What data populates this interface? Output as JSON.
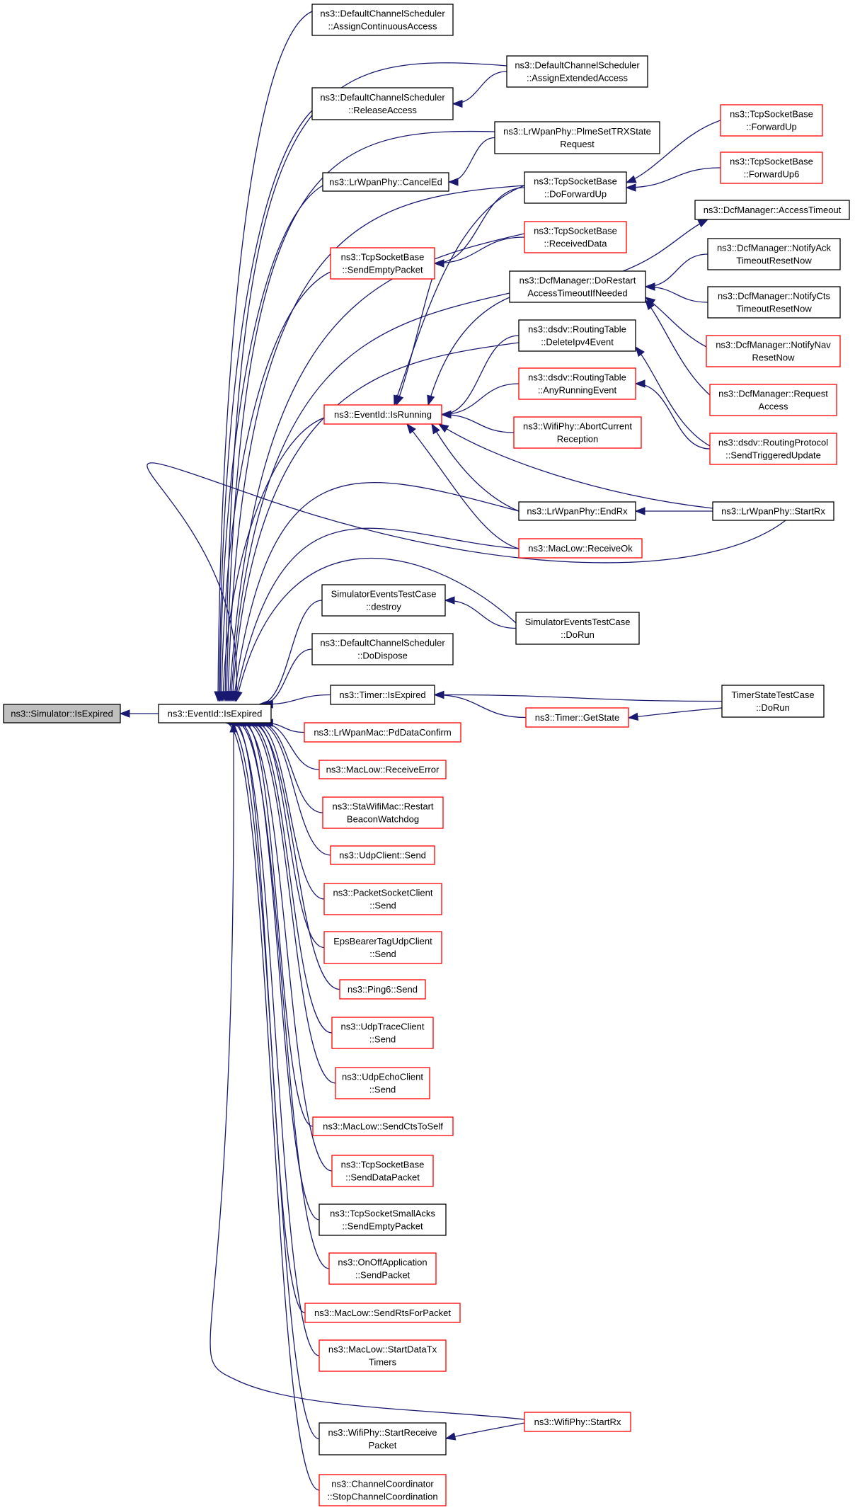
{
  "graph": {
    "nodes": [
      {
        "id": "root",
        "lines": [
          "ns3::Simulator::IsExpired"
        ],
        "style": "root"
      },
      {
        "id": "eid_expired",
        "lines": [
          "ns3::EventId::IsExpired"
        ],
        "style": "black"
      },
      {
        "id": "eid_running",
        "lines": [
          "ns3::EventId::IsRunning"
        ],
        "style": "red"
      },
      {
        "id": "dcs_acc",
        "lines": [
          "ns3::DefaultChannelScheduler",
          "::AssignContinuousAccess"
        ],
        "style": "black"
      },
      {
        "id": "dcs_ext",
        "lines": [
          "ns3::DefaultChannelScheduler",
          "::AssignExtendedAccess"
        ],
        "style": "black"
      },
      {
        "id": "dcs_rel",
        "lines": [
          "ns3::DefaultChannelScheduler",
          "::ReleaseAccess"
        ],
        "style": "black"
      },
      {
        "id": "lr_plme",
        "lines": [
          "ns3::LrWpanPhy::PlmeSetTRXState",
          "Request"
        ],
        "style": "black"
      },
      {
        "id": "lr_cancel",
        "lines": [
          "ns3::LrWpanPhy::CancelEd"
        ],
        "style": "black"
      },
      {
        "id": "tcp_fwd",
        "lines": [
          "ns3::TcpSocketBase",
          "::ForwardUp"
        ],
        "style": "red"
      },
      {
        "id": "tcp_fwd6",
        "lines": [
          "ns3::TcpSocketBase",
          "::ForwardUp6"
        ],
        "style": "red"
      },
      {
        "id": "tcp_dofwd",
        "lines": [
          "ns3::TcpSocketBase",
          "::DoForwardUp"
        ],
        "style": "black"
      },
      {
        "id": "dcf_acc",
        "lines": [
          "ns3::DcfManager::AccessTimeout"
        ],
        "style": "black"
      },
      {
        "id": "tcp_recvd",
        "lines": [
          "ns3::TcpSocketBase",
          "::ReceivedData"
        ],
        "style": "red"
      },
      {
        "id": "tcp_sendempty",
        "lines": [
          "ns3::TcpSocketBase",
          "::SendEmptyPacket"
        ],
        "style": "red"
      },
      {
        "id": "dcf_ack",
        "lines": [
          "ns3::DcfManager::NotifyAck",
          "TimeoutResetNow"
        ],
        "style": "black"
      },
      {
        "id": "dcf_restart",
        "lines": [
          "ns3::DcfManager::DoRestart",
          "AccessTimeoutIfNeeded"
        ],
        "style": "black"
      },
      {
        "id": "dcf_cts",
        "lines": [
          "ns3::DcfManager::NotifyCts",
          "TimeoutResetNow"
        ],
        "style": "black"
      },
      {
        "id": "dsdv_del",
        "lines": [
          "ns3::dsdv::RoutingTable",
          "::DeleteIpv4Event"
        ],
        "style": "black"
      },
      {
        "id": "dcf_nav",
        "lines": [
          "ns3::DcfManager::NotifyNav",
          "ResetNow"
        ],
        "style": "red"
      },
      {
        "id": "dsdv_any",
        "lines": [
          "ns3::dsdv::RoutingTable",
          "::AnyRunningEvent"
        ],
        "style": "red"
      },
      {
        "id": "dcf_req",
        "lines": [
          "ns3::DcfManager::Request",
          "Access"
        ],
        "style": "red"
      },
      {
        "id": "wifi_abort",
        "lines": [
          "ns3::WifiPhy::AbortCurrent",
          "Reception"
        ],
        "style": "red"
      },
      {
        "id": "dsdv_trig",
        "lines": [
          "ns3::dsdv::RoutingProtocol",
          "::SendTriggeredUpdate"
        ],
        "style": "red"
      },
      {
        "id": "lr_endrx",
        "lines": [
          "ns3::LrWpanPhy::EndRx"
        ],
        "style": "black"
      },
      {
        "id": "lr_startrx",
        "lines": [
          "ns3::LrWpanPhy::StartRx"
        ],
        "style": "black"
      },
      {
        "id": "maclow_rok",
        "lines": [
          "ns3::MacLow::ReceiveOk"
        ],
        "style": "red"
      },
      {
        "id": "set_destroy",
        "lines": [
          "SimulatorEventsTestCase",
          "::destroy"
        ],
        "style": "black"
      },
      {
        "id": "set_dorun",
        "lines": [
          "SimulatorEventsTestCase",
          "::DoRun"
        ],
        "style": "black"
      },
      {
        "id": "dcs_dispose",
        "lines": [
          "ns3::DefaultChannelScheduler",
          "::DoDispose"
        ],
        "style": "black"
      },
      {
        "id": "timer_exp",
        "lines": [
          "ns3::Timer::IsExpired"
        ],
        "style": "black"
      },
      {
        "id": "tst_dorun",
        "lines": [
          "TimerStateTestCase",
          "::DoRun"
        ],
        "style": "black"
      },
      {
        "id": "timer_state",
        "lines": [
          "ns3::Timer::GetState"
        ],
        "style": "red"
      },
      {
        "id": "lrmac_pd",
        "lines": [
          "ns3::LrWpanMac::PdDataConfirm"
        ],
        "style": "red"
      },
      {
        "id": "maclow_rerr",
        "lines": [
          "ns3::MacLow::ReceiveError"
        ],
        "style": "red"
      },
      {
        "id": "sta_restart",
        "lines": [
          "ns3::StaWifiMac::Restart",
          "BeaconWatchdog"
        ],
        "style": "red"
      },
      {
        "id": "udp_send",
        "lines": [
          "ns3::UdpClient::Send"
        ],
        "style": "red"
      },
      {
        "id": "psc_send",
        "lines": [
          "ns3::PacketSocketClient",
          "::Send"
        ],
        "style": "red"
      },
      {
        "id": "eps_send",
        "lines": [
          "EpsBearerTagUdpClient",
          "::Send"
        ],
        "style": "red"
      },
      {
        "id": "ping6_send",
        "lines": [
          "ns3::Ping6::Send"
        ],
        "style": "red"
      },
      {
        "id": "udptrace_send",
        "lines": [
          "ns3::UdpTraceClient",
          "::Send"
        ],
        "style": "red"
      },
      {
        "id": "udpecho_send",
        "lines": [
          "ns3::UdpEchoClient",
          "::Send"
        ],
        "style": "red"
      },
      {
        "id": "maclow_cts",
        "lines": [
          "ns3::MacLow::SendCtsToSelf"
        ],
        "style": "red"
      },
      {
        "id": "tcp_senddata",
        "lines": [
          "ns3::TcpSocketBase",
          "::SendDataPacket"
        ],
        "style": "red"
      },
      {
        "id": "tcpsa_empty",
        "lines": [
          "ns3::TcpSocketSmallAcks",
          "::SendEmptyPacket"
        ],
        "style": "black"
      },
      {
        "id": "onoff_send",
        "lines": [
          "ns3::OnOffApplication",
          "::SendPacket"
        ],
        "style": "red"
      },
      {
        "id": "maclow_rts",
        "lines": [
          "ns3::MacLow::SendRtsForPacket"
        ],
        "style": "red"
      },
      {
        "id": "maclow_start",
        "lines": [
          "ns3::MacLow::StartDataTx",
          "Timers"
        ],
        "style": "red"
      },
      {
        "id": "wifi_startrx",
        "lines": [
          "ns3::WifiPhy::StartRx"
        ],
        "style": "red"
      },
      {
        "id": "wifi_startrecv",
        "lines": [
          "ns3::WifiPhy::StartReceive",
          "Packet"
        ],
        "style": "black"
      },
      {
        "id": "cc_stop",
        "lines": [
          "ns3::ChannelCoordinator",
          "::StopChannelCoordination"
        ],
        "style": "red"
      }
    ],
    "edges": [
      [
        "eid_expired",
        "root"
      ],
      [
        "dcs_acc",
        "eid_expired"
      ],
      [
        "dcs_ext",
        "eid_expired"
      ],
      [
        "dcs_rel",
        "eid_expired"
      ],
      [
        "lr_plme",
        "eid_expired"
      ],
      [
        "lr_cancel",
        "eid_expired"
      ],
      [
        "tcp_dofwd",
        "eid_expired"
      ],
      [
        "tcp_sendempty",
        "eid_expired"
      ],
      [
        "tcp_recvd",
        "eid_expired"
      ],
      [
        "dcf_restart",
        "eid_expired"
      ],
      [
        "dsdv_del",
        "eid_expired"
      ],
      [
        "eid_running",
        "eid_expired"
      ],
      [
        "lr_endrx",
        "eid_expired"
      ],
      [
        "maclow_rok",
        "eid_expired"
      ],
      [
        "lr_startrx",
        "eid_expired"
      ],
      [
        "set_dorun",
        "eid_expired"
      ],
      [
        "set_destroy",
        "eid_expired"
      ],
      [
        "dcs_dispose",
        "eid_expired"
      ],
      [
        "timer_exp",
        "eid_expired"
      ],
      [
        "lrmac_pd",
        "eid_expired"
      ],
      [
        "maclow_rerr",
        "eid_expired"
      ],
      [
        "sta_restart",
        "eid_expired"
      ],
      [
        "udp_send",
        "eid_expired"
      ],
      [
        "psc_send",
        "eid_expired"
      ],
      [
        "eps_send",
        "eid_expired"
      ],
      [
        "ping6_send",
        "eid_expired"
      ],
      [
        "udptrace_send",
        "eid_expired"
      ],
      [
        "udpecho_send",
        "eid_expired"
      ],
      [
        "maclow_cts",
        "eid_expired"
      ],
      [
        "tcp_senddata",
        "eid_expired"
      ],
      [
        "tcpsa_empty",
        "eid_expired"
      ],
      [
        "onoff_send",
        "eid_expired"
      ],
      [
        "maclow_rts",
        "eid_expired"
      ],
      [
        "maclow_start",
        "eid_expired"
      ],
      [
        "wifi_startrx",
        "eid_expired"
      ],
      [
        "wifi_startrecv",
        "eid_expired"
      ],
      [
        "cc_stop",
        "eid_expired"
      ],
      [
        "dcs_ext",
        "dcs_rel"
      ],
      [
        "lr_plme",
        "lr_cancel"
      ],
      [
        "tcp_fwd",
        "tcp_dofwd"
      ],
      [
        "tcp_fwd6",
        "tcp_dofwd"
      ],
      [
        "tcp_dofwd",
        "tcp_sendempty"
      ],
      [
        "tcp_recvd",
        "tcp_sendempty"
      ],
      [
        "dcf_restart",
        "dcf_acc"
      ],
      [
        "dcf_ack",
        "dcf_restart"
      ],
      [
        "dcf_cts",
        "dcf_restart"
      ],
      [
        "dcf_nav",
        "dcf_restart"
      ],
      [
        "dcf_req",
        "dcf_restart"
      ],
      [
        "dsdv_trig",
        "dsdv_del"
      ],
      [
        "dsdv_trig",
        "dsdv_any"
      ],
      [
        "tcp_dofwd",
        "eid_running"
      ],
      [
        "tcp_sendempty",
        "eid_running"
      ],
      [
        "dcf_restart",
        "eid_running"
      ],
      [
        "dsdv_del",
        "eid_running"
      ],
      [
        "dsdv_any",
        "eid_running"
      ],
      [
        "wifi_abort",
        "eid_running"
      ],
      [
        "lr_endrx",
        "eid_running"
      ],
      [
        "lr_startrx",
        "eid_running"
      ],
      [
        "maclow_rok",
        "eid_running"
      ],
      [
        "lr_startrx",
        "lr_endrx"
      ],
      [
        "set_dorun",
        "set_destroy"
      ],
      [
        "tst_dorun",
        "timer_exp"
      ],
      [
        "timer_state",
        "timer_exp"
      ],
      [
        "tst_dorun",
        "timer_state"
      ],
      [
        "wifi_startrx",
        "wifi_startrecv"
      ]
    ]
  }
}
